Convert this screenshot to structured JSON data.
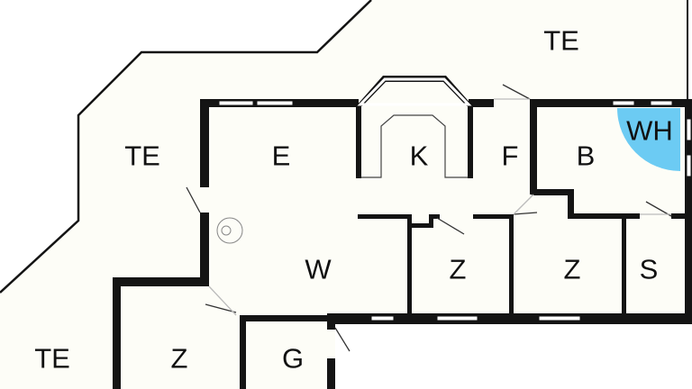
{
  "colors": {
    "wall": "#141414",
    "floor": "#fdfdf7",
    "outside": "#ffffff",
    "wellness": "#6ccbf3"
  },
  "rooms": {
    "terrace_left": "TE",
    "terrace_top": "TE",
    "terrace_bottom": "TE",
    "entrance": "E",
    "kitchen": "K",
    "f_room": "F",
    "bathroom": "B",
    "whirlpool": "WH",
    "living": "W",
    "bedroom_1": "Z",
    "bedroom_2": "Z",
    "bedroom_3": "Z",
    "storage": "S",
    "g_room": "G"
  }
}
